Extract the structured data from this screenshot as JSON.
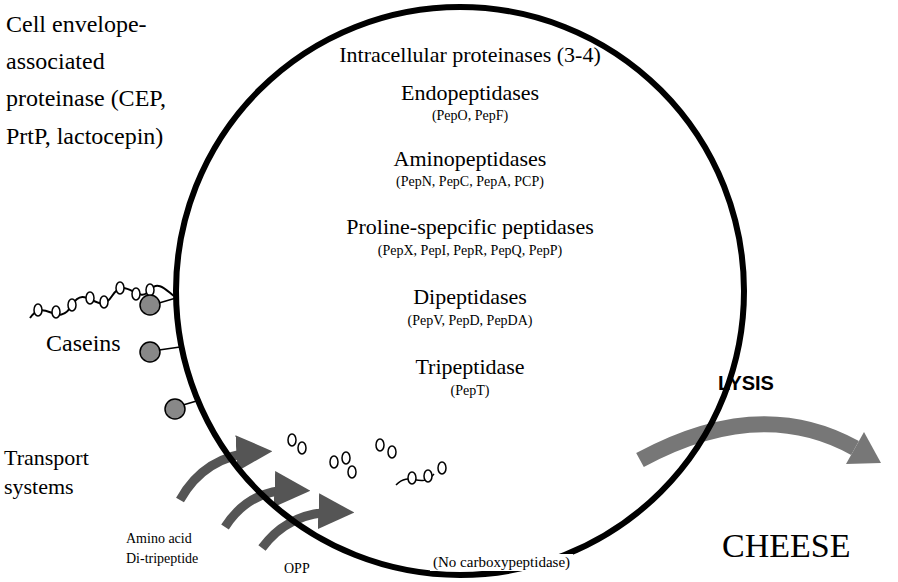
{
  "diagram": {
    "nodes": [
      {
        "text": [
          "Intracellular proteinases (3-4)",
          "Endopeptidases",
          "(PepO, PepF)",
          "Aminopeptidases",
          "(PepN, PepC, PepA, PCP)",
          "Proline-spepcific peptidases",
          "(PepX, PepI, PepR, PepQ, PepP)",
          "Dipeptidases",
          "(PepV, PepD, PepDA)",
          "Tripeptidase",
          "(PepT)",
          "(No carboxypeptidase)"
        ]
      }
    ],
    "labels": [
      "Cell envelope-associated proteinase (CEP, PrtP, lactocepin)",
      "Caseins",
      "Transport systems",
      "Amino acid",
      "Di-tripeptide",
      "OPP",
      "LYSIS",
      "CHEESE"
    ]
  }
}
